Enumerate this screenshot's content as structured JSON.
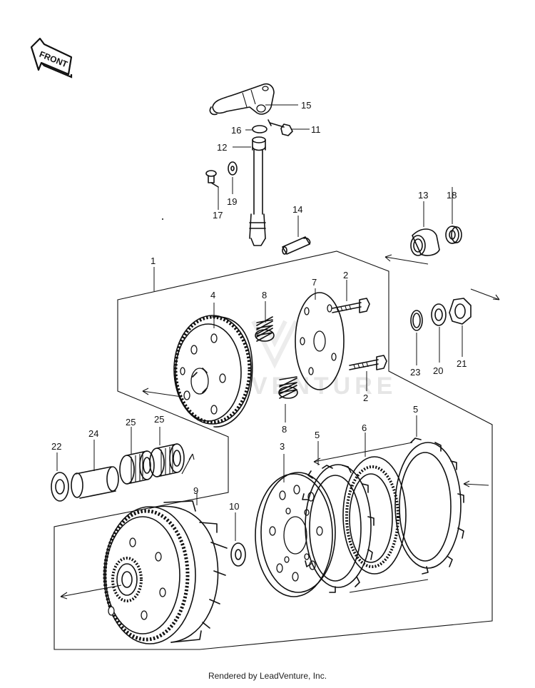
{
  "front_label": "FRONT",
  "watermark": "VENTURE",
  "footer": "Rendered by LeadVenture, Inc.",
  "callouts": {
    "c1": "1",
    "c2a": "2",
    "c2b": "2",
    "c3": "3",
    "c4": "4",
    "c5a": "5",
    "c5b": "5",
    "c6": "6",
    "c7": "7",
    "c8a": "8",
    "c8b": "8",
    "c9": "9",
    "c10": "10",
    "c11": "11",
    "c12": "12",
    "c13": "13",
    "c14": "14",
    "c15": "15",
    "c16": "16",
    "c17": "17",
    "c18": "18",
    "c19": "19",
    "c20": "20",
    "c21": "21",
    "c22": "22",
    "c23": "23",
    "c24": "24",
    "c25a": "25",
    "c25b": "25"
  }
}
